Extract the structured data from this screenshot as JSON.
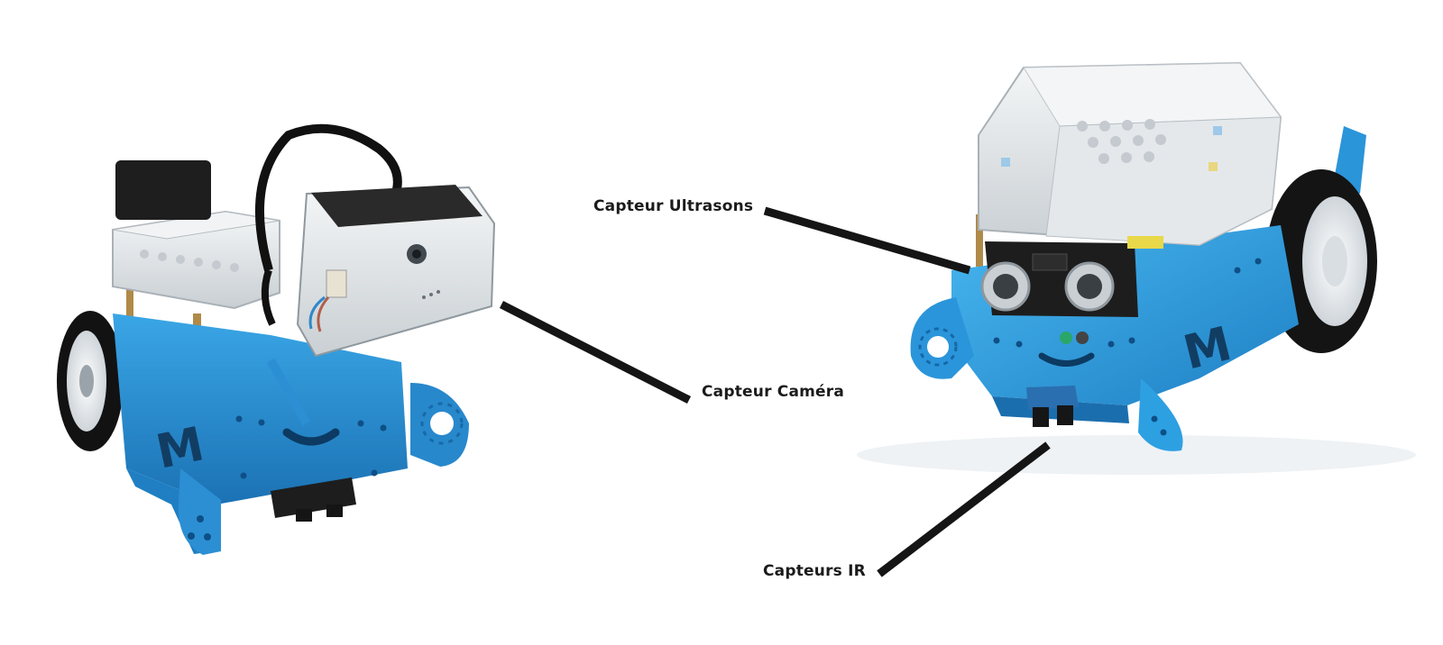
{
  "labels": {
    "ultrasons": "Capteur Ultrasons",
    "camera": "Capteur Caméra",
    "ir": "Capteurs IR"
  },
  "colors": {
    "chassis_blue": "#2a8fd4",
    "chassis_dark": "#1a6aa8",
    "tire_black": "#1a1a1a",
    "case_clear": "#dfe3e6",
    "line_black": "#151515"
  }
}
